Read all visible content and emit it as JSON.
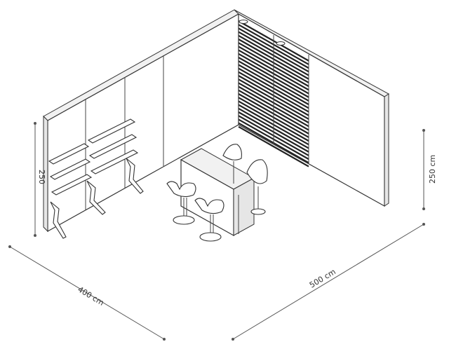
{
  "dimensions": {
    "width_label": "400 cm",
    "depth_label": "500 cm",
    "height_left_label": "250",
    "height_right_label": "250 cm"
  }
}
